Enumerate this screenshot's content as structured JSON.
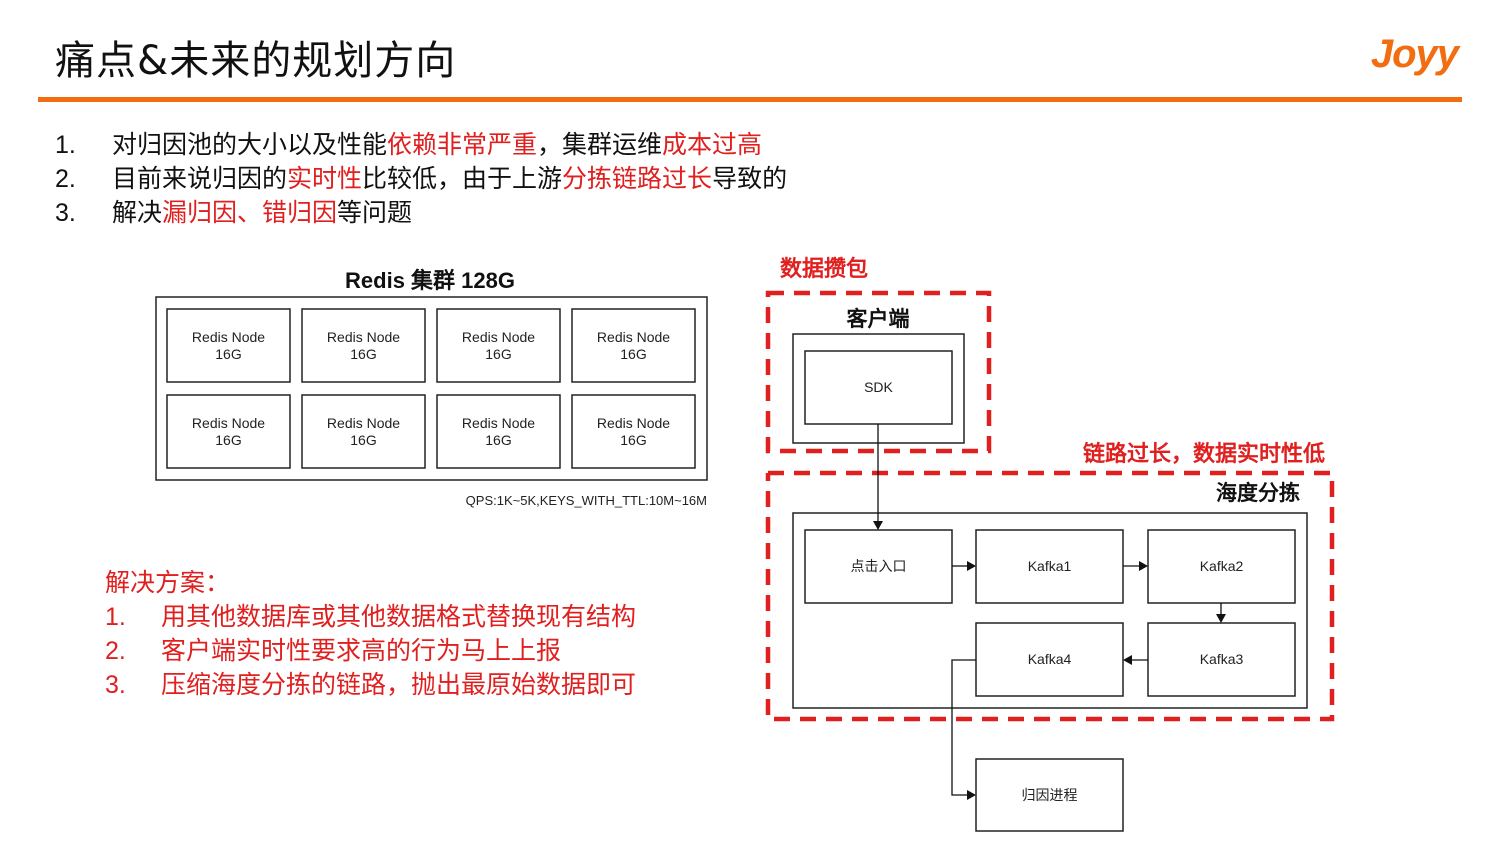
{
  "header": {
    "title": "痛点&未来的规划方向",
    "logo": "Joyy",
    "accent_color": "#f26d10"
  },
  "pain_points": [
    {
      "num": "1.",
      "parts": [
        {
          "text": "对归因池的大小以及性能",
          "red": false
        },
        {
          "text": "依赖非常严重",
          "red": true
        },
        {
          "text": "，集群运维",
          "red": false
        },
        {
          "text": "成本过高",
          "red": true
        }
      ]
    },
    {
      "num": "2.",
      "parts": [
        {
          "text": "目前来说归因的",
          "red": false
        },
        {
          "text": "实时性",
          "red": true
        },
        {
          "text": "比较低，由于上游",
          "red": false
        },
        {
          "text": "分拣链路过长",
          "red": true
        },
        {
          "text": "导致的",
          "red": false
        }
      ]
    },
    {
      "num": "3.",
      "parts": [
        {
          "text": "解决",
          "red": false
        },
        {
          "text": "漏归因、错归因",
          "red": true
        },
        {
          "text": "等问题",
          "red": false
        }
      ]
    }
  ],
  "redis_cluster": {
    "title": "Redis 集群 128G",
    "nodes": [
      {
        "name": "Redis Node",
        "size": "16G"
      },
      {
        "name": "Redis Node",
        "size": "16G"
      },
      {
        "name": "Redis Node",
        "size": "16G"
      },
      {
        "name": "Redis Node",
        "size": "16G"
      },
      {
        "name": "Redis Node",
        "size": "16G"
      },
      {
        "name": "Redis Node",
        "size": "16G"
      },
      {
        "name": "Redis Node",
        "size": "16G"
      },
      {
        "name": "Redis Node",
        "size": "16G"
      }
    ],
    "stats": "QPS:1K~5K,KEYS_WITH_TTL:10M~16M"
  },
  "solutions": {
    "heading": "解决方案：",
    "items": [
      {
        "num": "1.",
        "text": "用其他数据库或其他数据格式替换现有结构"
      },
      {
        "num": "2.",
        "text": "客户端实时性要求高的行为马上上报"
      },
      {
        "num": "3.",
        "text": "压缩海度分拣的链路，抛出最原始数据即可"
      }
    ]
  },
  "pipeline": {
    "packaging_label": "数据攒包",
    "client_label": "客户端",
    "sdk_label": "SDK",
    "latency_label": "链路过长，数据实时性低",
    "sorting_label": "海度分拣",
    "entry_label": "点击入口",
    "kafka1": "Kafka1",
    "kafka2": "Kafka2",
    "kafka3": "Kafka3",
    "kafka4": "Kafka4",
    "attribution_label": "归因进程",
    "highlight_color": "#e01f1f"
  }
}
